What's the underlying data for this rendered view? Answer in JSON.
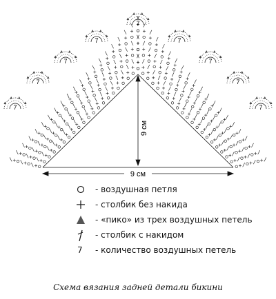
{
  "diagram": {
    "dimensions": {
      "base": "9 см",
      "height": "9 см"
    },
    "chain_count_label": "7"
  },
  "legend": [
    {
      "symbol": "circle",
      "label": "- воздушная петля"
    },
    {
      "symbol": "plus",
      "label": "- столбик без накида"
    },
    {
      "symbol": "triangle",
      "label": "- «пико» из трех воздушных петель"
    },
    {
      "symbol": "slash-t",
      "label": "- столбик с накидом"
    },
    {
      "symbol": "number",
      "text": "7",
      "label": "- количество воздушных петель"
    }
  ],
  "caption": "Схема вязания задней детали бикини"
}
